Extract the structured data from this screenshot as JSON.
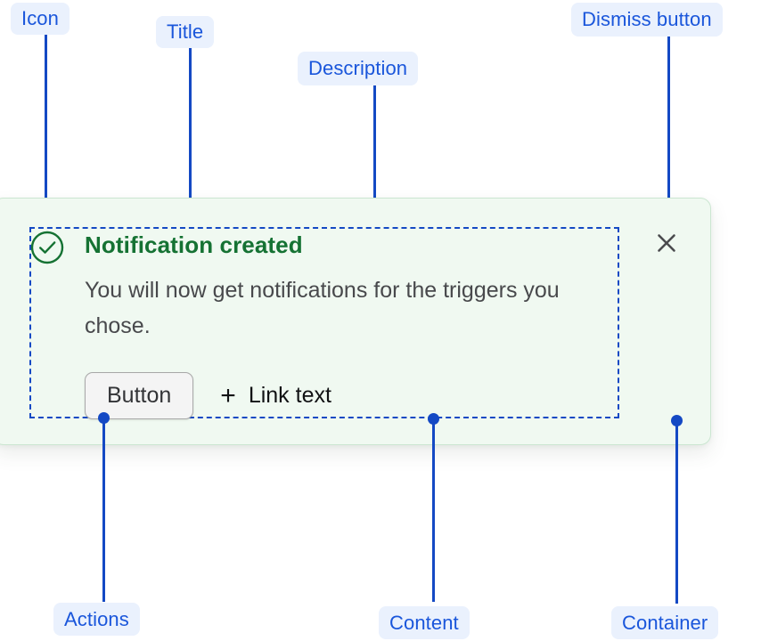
{
  "annotations": {
    "icon": {
      "label": "Icon"
    },
    "title": {
      "label": "Title"
    },
    "description": {
      "label": "Description"
    },
    "dismiss": {
      "label": "Dismiss button"
    },
    "actions": {
      "label": "Actions"
    },
    "content": {
      "label": "Content"
    },
    "container": {
      "label": "Container"
    }
  },
  "notification": {
    "status_icon": "check-circle-icon",
    "title": "Notification created",
    "description": "You will now get notifications for the triggers you chose.",
    "actions": {
      "button_label": "Button",
      "link_icon": "plus-icon",
      "link_label": "Link text"
    },
    "dismiss_icon": "close-icon"
  },
  "colors": {
    "annotation_blue": "#1a56db",
    "annotation_chip_bg": "#eaf1fd",
    "leader_line": "#1449c4",
    "success_green": "#157233",
    "container_bg": "#f0f9f1",
    "container_border": "#cbe6d1",
    "description_text": "#48494c",
    "dismiss_icon": "#4a4b4e",
    "button_bg": "#f4f4f4",
    "button_border": "#a8a8a8"
  }
}
